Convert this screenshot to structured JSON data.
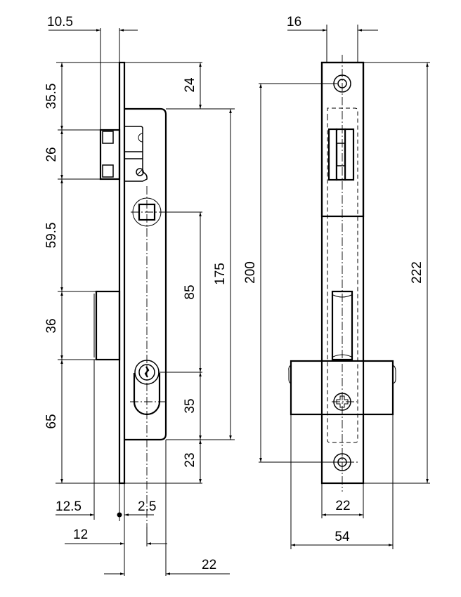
{
  "drawing": {
    "title": "Mortise lock dimensional drawing",
    "units": "mm",
    "colors": {
      "line": "#000000",
      "background": "#ffffff"
    },
    "side_view": {
      "dimensions": {
        "top_width": "10.5",
        "faceplate_to_case_top": "24",
        "top_to_latch": "35.5",
        "latch_height": "26",
        "latch_to_bolt": "59.5",
        "bolt_height": "36",
        "bolt_to_bottom": "65",
        "case_height": "175",
        "handle_to_cylinder": "85",
        "cylinder_to_case_bottom": "35",
        "case_bottom_to_plate_bottom": "23",
        "bolt_projection": "12.5",
        "faceplate_thickness": "2.5",
        "backset": "12",
        "case_depth": "22"
      }
    },
    "front_view": {
      "dimensions": {
        "faceplate_inner_width": "16",
        "screw_hole_spacing": "200",
        "faceplate_height": "222",
        "faceplate_width": "22",
        "bolt_throw_width": "54"
      }
    }
  }
}
